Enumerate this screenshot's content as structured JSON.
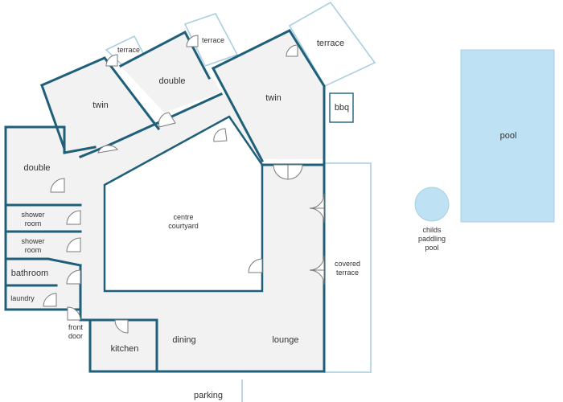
{
  "colors": {
    "wall": "#1f5f7a",
    "outline": "#a9cfe0",
    "floor": "#f2f2f2",
    "pool": "#bfe1f4",
    "text": "#333333"
  },
  "rooms": {
    "twin_left": "twin",
    "terrace_small": "terrace",
    "double_top": "double",
    "terrace_mid": "terrace",
    "twin_right": "twin",
    "terrace_right": "terrace",
    "bbq": "bbq",
    "double_left": "double",
    "shower_room_1": [
      "shower",
      "room"
    ],
    "shower_room_2": [
      "shower",
      "room"
    ],
    "bathroom": "bathroom",
    "laundry": "laundry",
    "front_door": [
      "front",
      "door"
    ],
    "kitchen": "kitchen",
    "dining": "dining",
    "lounge": "lounge",
    "centre_courtyard": [
      "centre",
      "courtyard"
    ],
    "covered_terrace": [
      "covered",
      "terrace"
    ],
    "pool": "pool",
    "childs_pool": [
      "childs",
      "paddling",
      "pool"
    ],
    "parking": "parking"
  },
  "icons": {
    "door": "door-swing-icon"
  }
}
